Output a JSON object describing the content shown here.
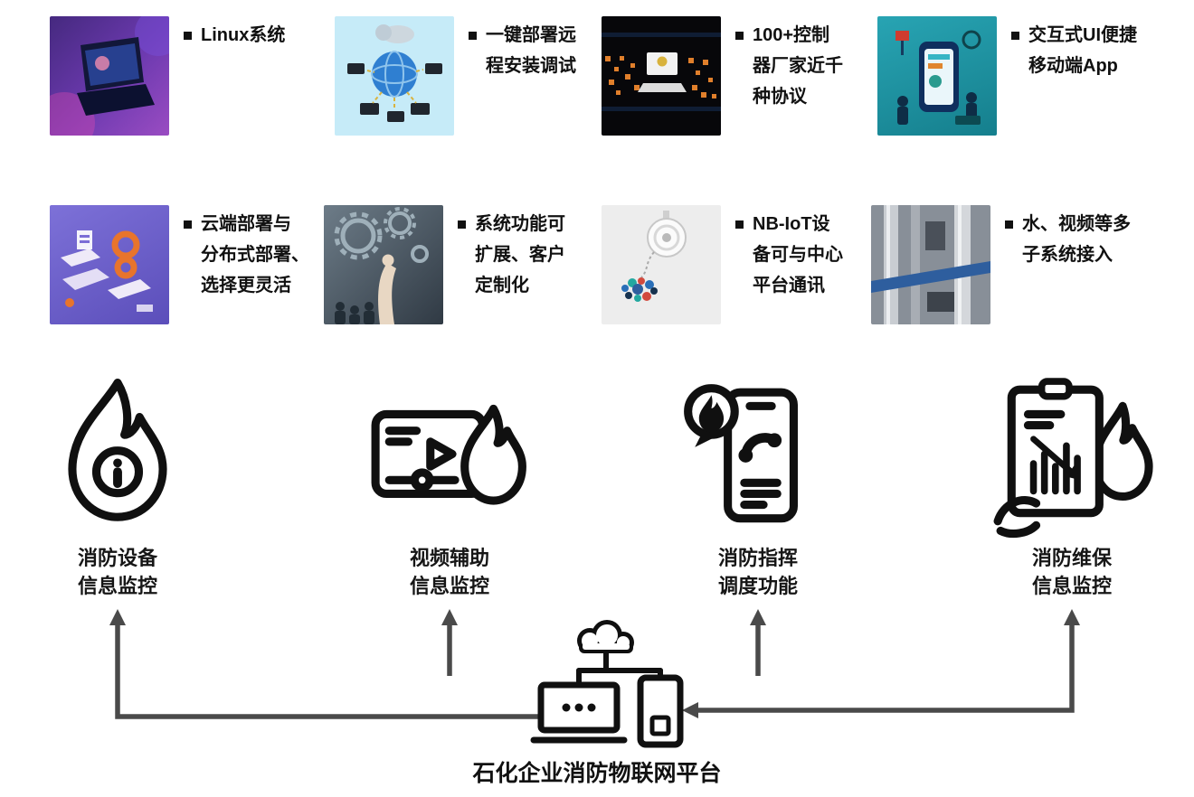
{
  "features": [
    {
      "id": "linux",
      "text": "Linux系统"
    },
    {
      "id": "one-key-deploy",
      "text": "一键部署远\n程安装调试"
    },
    {
      "id": "protocols",
      "text": "100+控制\n器厂家近千\n种协议"
    },
    {
      "id": "mobile-app",
      "text": "交互式UI便捷\n移动端App"
    },
    {
      "id": "cloud-deploy",
      "text": "云端部署与\n分布式部署、\n选择更灵活"
    },
    {
      "id": "customizable",
      "text": "系统功能可\n扩展、客户\n定制化"
    },
    {
      "id": "nb-iot",
      "text": "NB-IoT设\n备可与中心\n平台通讯"
    },
    {
      "id": "subsystems",
      "text": "水、视频等多\n子系统接入"
    }
  ],
  "modules": [
    {
      "id": "device-monitoring",
      "label": "消防设备\n信息监控",
      "icon": "flame-info-icon"
    },
    {
      "id": "video-monitoring",
      "label": "视频辅助\n信息监控",
      "icon": "video-player-flame-icon"
    },
    {
      "id": "dispatch",
      "label": "消防指挥\n调度功能",
      "icon": "phone-call-flame-icon"
    },
    {
      "id": "maintenance",
      "label": "消防维保\n信息监控",
      "icon": "clipboard-chart-flame-icon"
    }
  ],
  "platform": {
    "label": "石化企业消防物联网平台",
    "icon": "cloud-server-devices-icon"
  },
  "colors": {
    "arrow": "#4a4a4a",
    "text": "#111111"
  }
}
